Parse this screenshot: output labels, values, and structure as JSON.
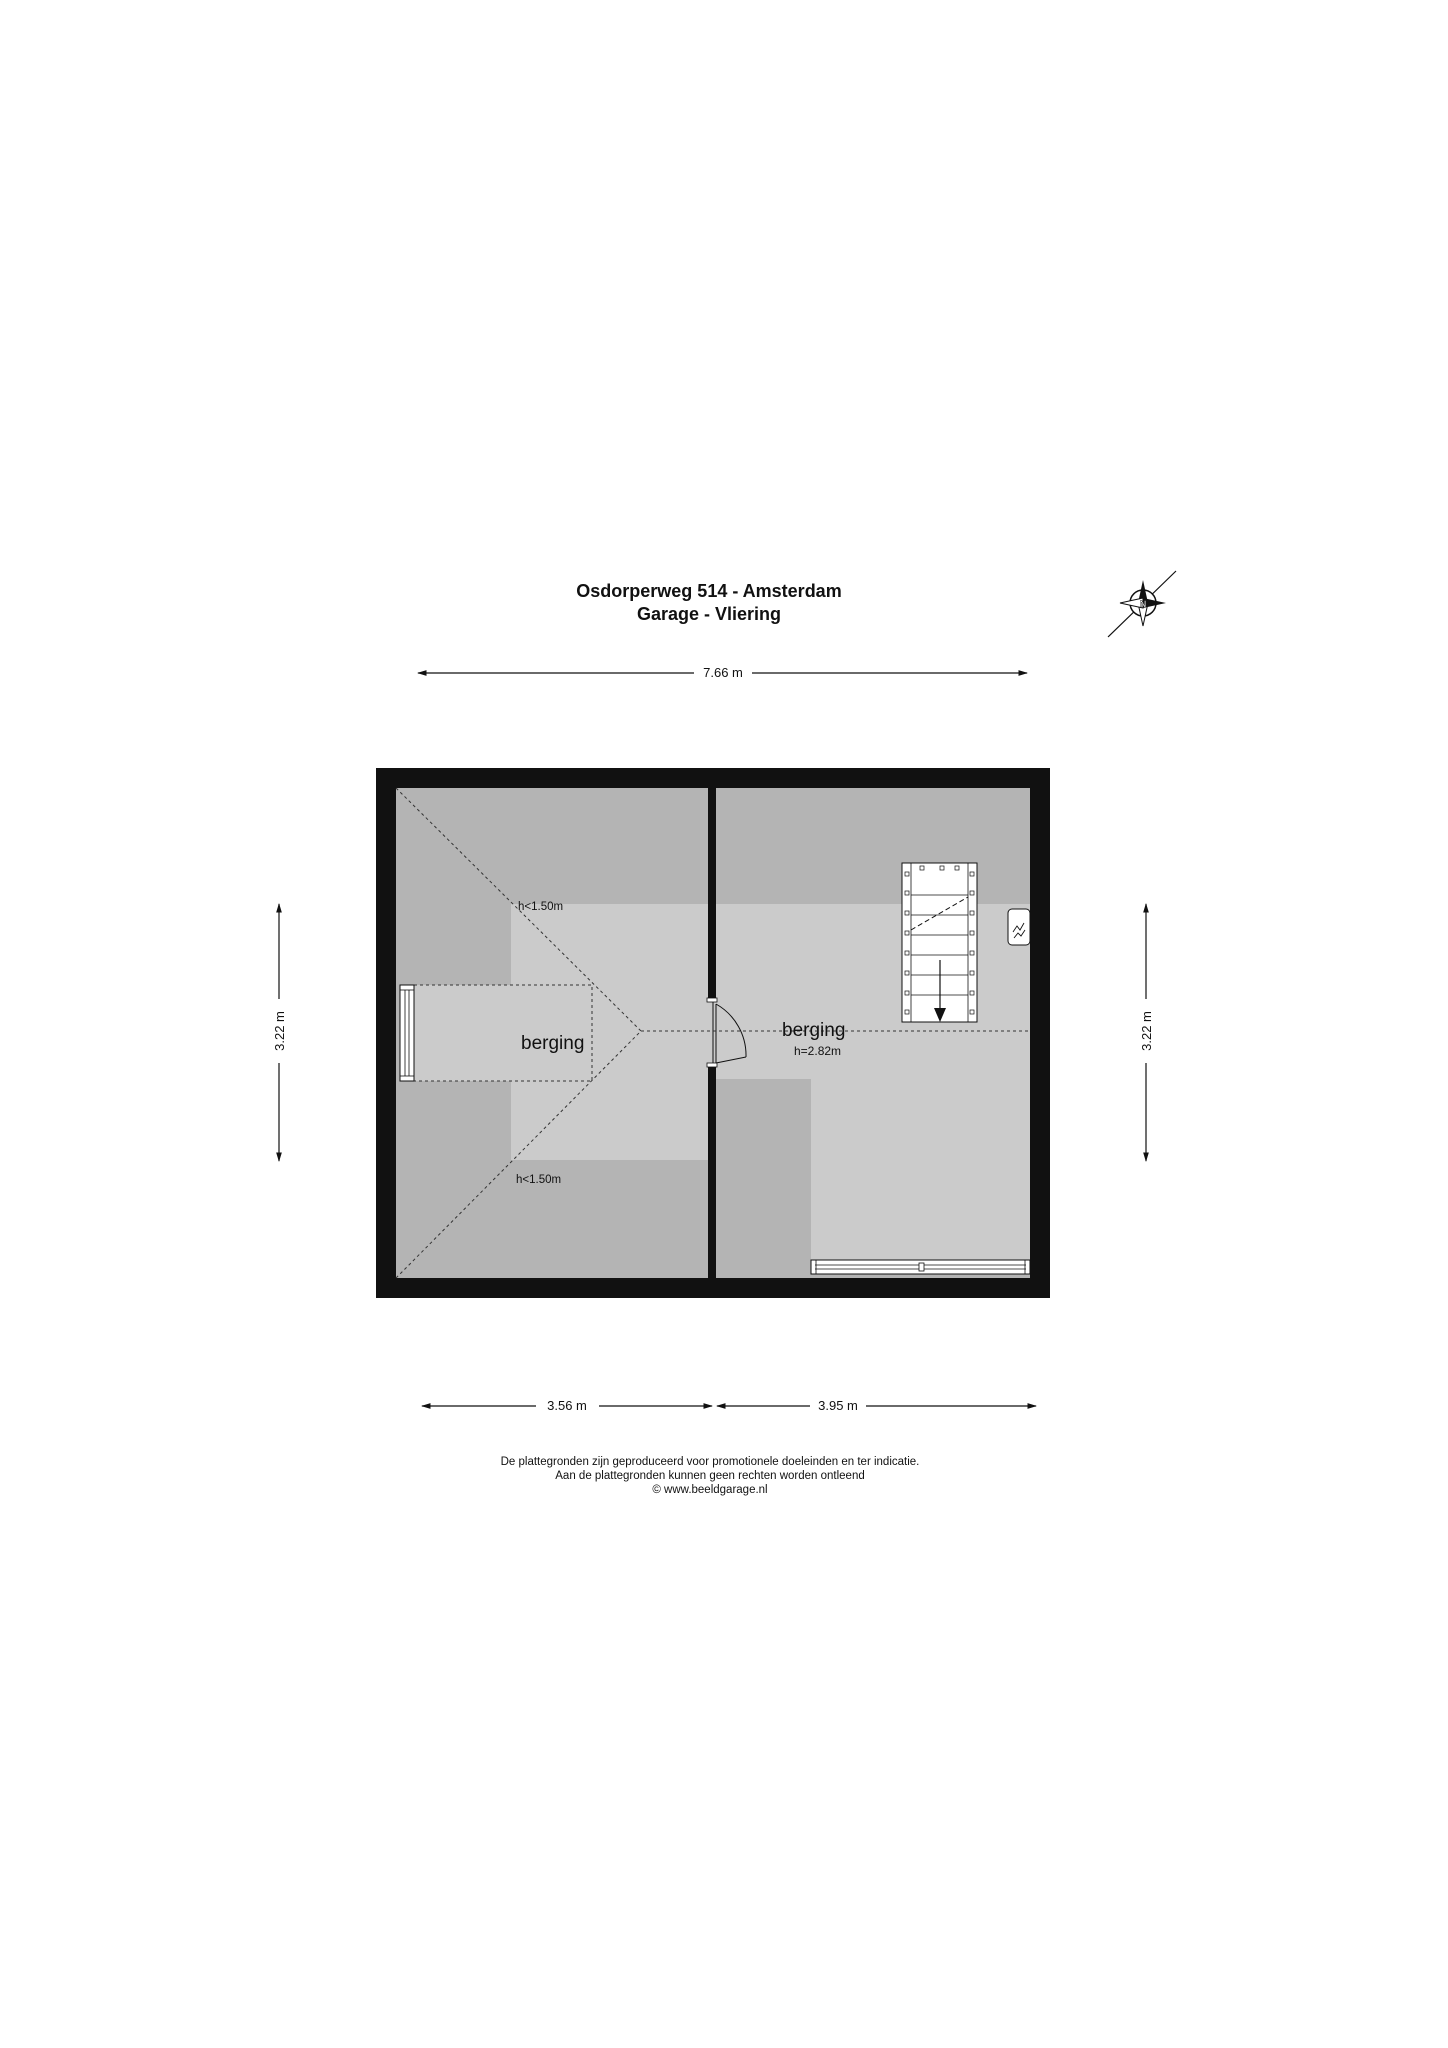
{
  "header": {
    "title": "Osdorperweg 514 - Amsterdam",
    "subtitle": "Garage - Vliering"
  },
  "compass": {
    "icon": "compass-north-icon",
    "letter": "N"
  },
  "dimensions": {
    "top_width": "7.66 m",
    "left_height": "3.22 m",
    "right_height": "3.22 m",
    "bottom_left": "3.56 m",
    "bottom_right": "3.95 m"
  },
  "rooms": {
    "left": {
      "name": "berging",
      "height_top": "h<1.50m",
      "height_bottom": "h<1.50m"
    },
    "right": {
      "name": "berging",
      "height": "h=2.82m"
    }
  },
  "symbols": {
    "stairs": "stairs-icon",
    "boiler": "boiler-icon",
    "door": "door-swing-icon",
    "skylight_left": "skylight-icon",
    "skylight_bottom": "skylight-icon"
  },
  "footer": {
    "line1": "De plattegronden zijn geproduceerd voor promotionele doeleinden en ter indicatie.",
    "line2": "Aan de plattegronden kunnen geen rechten worden ontleend",
    "line3": "© www.beeldgarage.nl"
  },
  "colors": {
    "wall": "#111111",
    "floor_low": "#b4b4b4",
    "floor_high": "#cbcbcb",
    "background": "#ffffff"
  }
}
